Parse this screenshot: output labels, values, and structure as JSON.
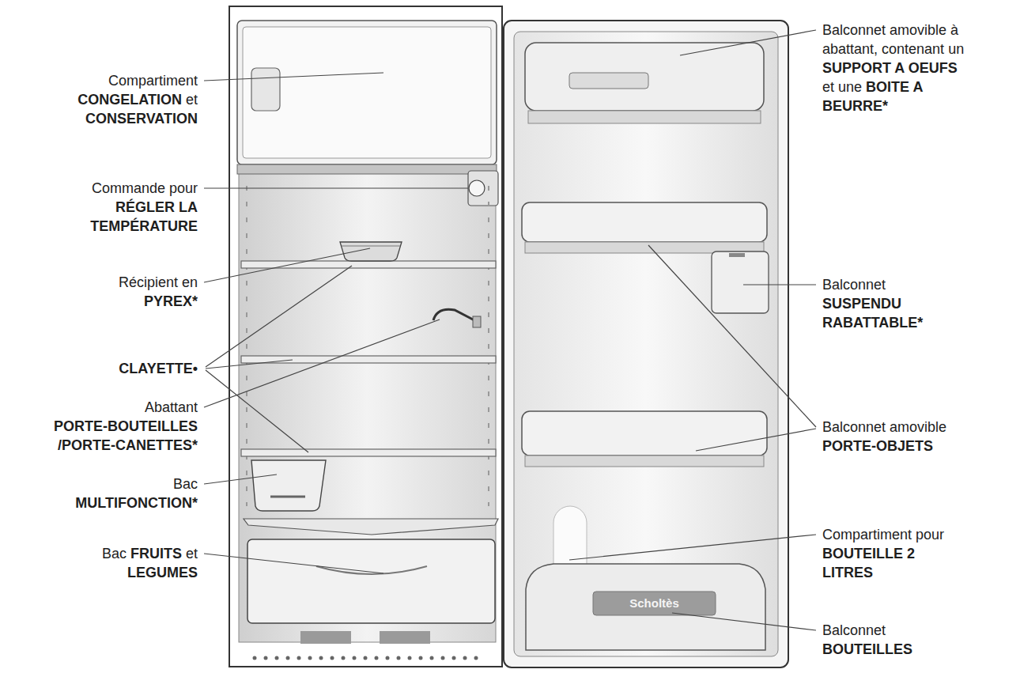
{
  "diagram": {
    "labels": [
      "Compartiment",
      "CONGELATION",
      "et",
      "CONSERVATION",
      "Commande pour",
      "RÉGLER LA",
      "TEMPÉRATURE",
      "Récipient en",
      "PYREX*",
      "CLAYETTE•",
      "Abattant",
      "PORTE-BOUTEILLES",
      "/PORTE-CANETTES*",
      "Bac",
      "MULTIFONCTION*",
      "Bac",
      "FRUITS",
      "et",
      "LEGUMES",
      "Balconnet amovible à",
      "abattant, contenant un",
      "SUPPORT A OEUFS",
      "et une",
      "BOITE A",
      "BEURRE*",
      "Balconnet",
      "SUSPENDU",
      "RABATTABLE*",
      "Balconnet amovible",
      "PORTE-OBJETS",
      "Compartiment pour",
      "BOUTEILLE 2",
      "LITRES",
      "Balconnet",
      "BOUTEILLES",
      "Scholtès"
    ]
  }
}
